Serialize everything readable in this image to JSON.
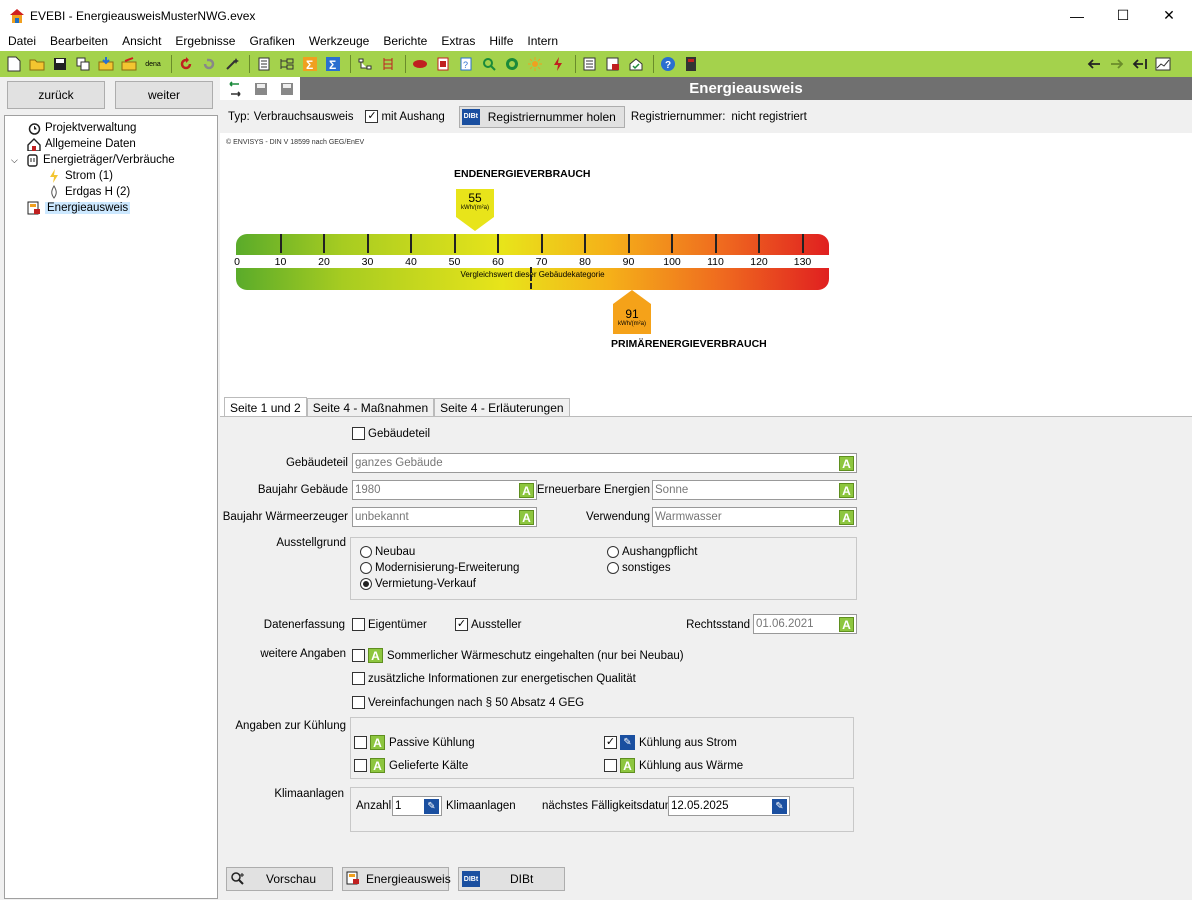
{
  "window": {
    "title": "EVEBI - EnergieausweisMusterNWG.evex",
    "minimize": "—",
    "maximize": "☐",
    "close": "✕"
  },
  "menu": [
    "Datei",
    "Bearbeiten",
    "Ansicht",
    "Ergebnisse",
    "Grafiken",
    "Werkzeuge",
    "Berichte",
    "Extras",
    "Hilfe",
    "Intern"
  ],
  "toolbar": {
    "dena_label": "dena"
  },
  "nav": {
    "back": "zurück",
    "next": "weiter"
  },
  "tree": [
    {
      "label": "Projektverwaltung",
      "icon": "clock-icon"
    },
    {
      "label": "Allgemeine Daten",
      "icon": "house-icon"
    },
    {
      "label": "Energieträger/Verbräuche",
      "icon": "plug-icon"
    },
    {
      "label": "Strom (1)",
      "icon": "lightning-icon"
    },
    {
      "label": "Erdgas H (2)",
      "icon": "flame-icon"
    },
    {
      "label": "Energieausweis",
      "icon": "certificate-icon"
    }
  ],
  "header": {
    "title": "Energieausweis"
  },
  "typebar": {
    "type_label": "Typ:",
    "type_value": "Verbrauchsausweis",
    "aushang_label": "mit Aushang",
    "aushang_checked": true,
    "register_button": "Registriernummer holen",
    "dibt_badge": "DIBt",
    "regnr_label": "Registriernummer:",
    "regnr_value": "nicht registriert"
  },
  "scale": {
    "copyright": "© ENVISYS - DIN V 18599 nach GEG/EnEV",
    "end_title": "ENDENERGIEVERBRAUCH",
    "primary_title": "PRIMÄRENERGIEVERBRAUCH",
    "end_value": "55",
    "end_unit": "kWh/(m²a)",
    "primary_value": "91",
    "primary_unit": "kWh/(m²a)",
    "compare_label": "Vergleichswert dieser Gebäudekategorie",
    "ticks": [
      "0",
      "10",
      "20",
      "30",
      "40",
      "50",
      "60",
      "70",
      "80",
      "90",
      "100",
      "110",
      "120",
      "130"
    ],
    "colors": {
      "low": "#5aab2a",
      "mid": "#e8e41a",
      "high": "#e02020",
      "end_marker": "#e8e41a",
      "primary_marker": "#f5a219"
    }
  },
  "tabs": [
    "Seite 1 und 2",
    "Seite 4 - Maßnahmen",
    "Seite 4 - Erläuterungen"
  ],
  "form": {
    "gebaeudeteil_cb_label": "Gebäudeteil",
    "gebaeudeteil_label": "Gebäudeteil",
    "gebaeudeteil_value": "ganzes Gebäude",
    "baujahr_label": "Baujahr Gebäude",
    "baujahr_value": "1980",
    "erneuerbare_label": "Erneuerbare Energien",
    "erneuerbare_value": "Sonne",
    "baujahr_wez_label": "Baujahr Wärmeerzeuger",
    "baujahr_wez_value": "unbekannt",
    "verwendung_label": "Verwendung",
    "verwendung_value": "Warmwasser",
    "ausstellgrund_label": "Ausstellgrund",
    "reasons": [
      {
        "label": "Neubau",
        "selected": false
      },
      {
        "label": "Modernisierung-Erweiterung",
        "selected": false
      },
      {
        "label": "Vermietung-Verkauf",
        "selected": true
      },
      {
        "label": "Aushangpflicht",
        "selected": false
      },
      {
        "label": "sonstiges",
        "selected": false
      }
    ],
    "datenerfassung_label": "Datenerfassung",
    "eigentuemer_label": "Eigentümer",
    "aussteller_label": "Aussteller",
    "rechtsstand_label": "Rechtsstand",
    "rechtsstand_value": "01.06.2021",
    "weitere_label": "weitere Angaben",
    "weitere": [
      "Sommerlicher Wärmeschutz eingehalten (nur bei Neubau)",
      "zusätzliche Informationen zur energetischen Qualität",
      "Vereinfachungen nach § 50 Absatz 4 GEG"
    ],
    "kuehlung_label": "Angaben zur Kühlung",
    "kuehlung": {
      "passive": "Passive Kühlung",
      "strom": "Kühlung aus Strom",
      "gelieferte": "Gelieferte Kälte",
      "waerme": "Kühlung aus Wärme"
    },
    "klima_label": "Klimaanlagen",
    "anzahl_label": "Anzahl",
    "anzahl_value": "1",
    "klima_text": "Klimaanlagen",
    "faellig_label": "nächstes Fälligkeitsdatum",
    "faellig_value": "12.05.2025"
  },
  "bottom": {
    "preview": "Vorschau",
    "cert": "Energieausweis",
    "dibt": "DIBt"
  }
}
